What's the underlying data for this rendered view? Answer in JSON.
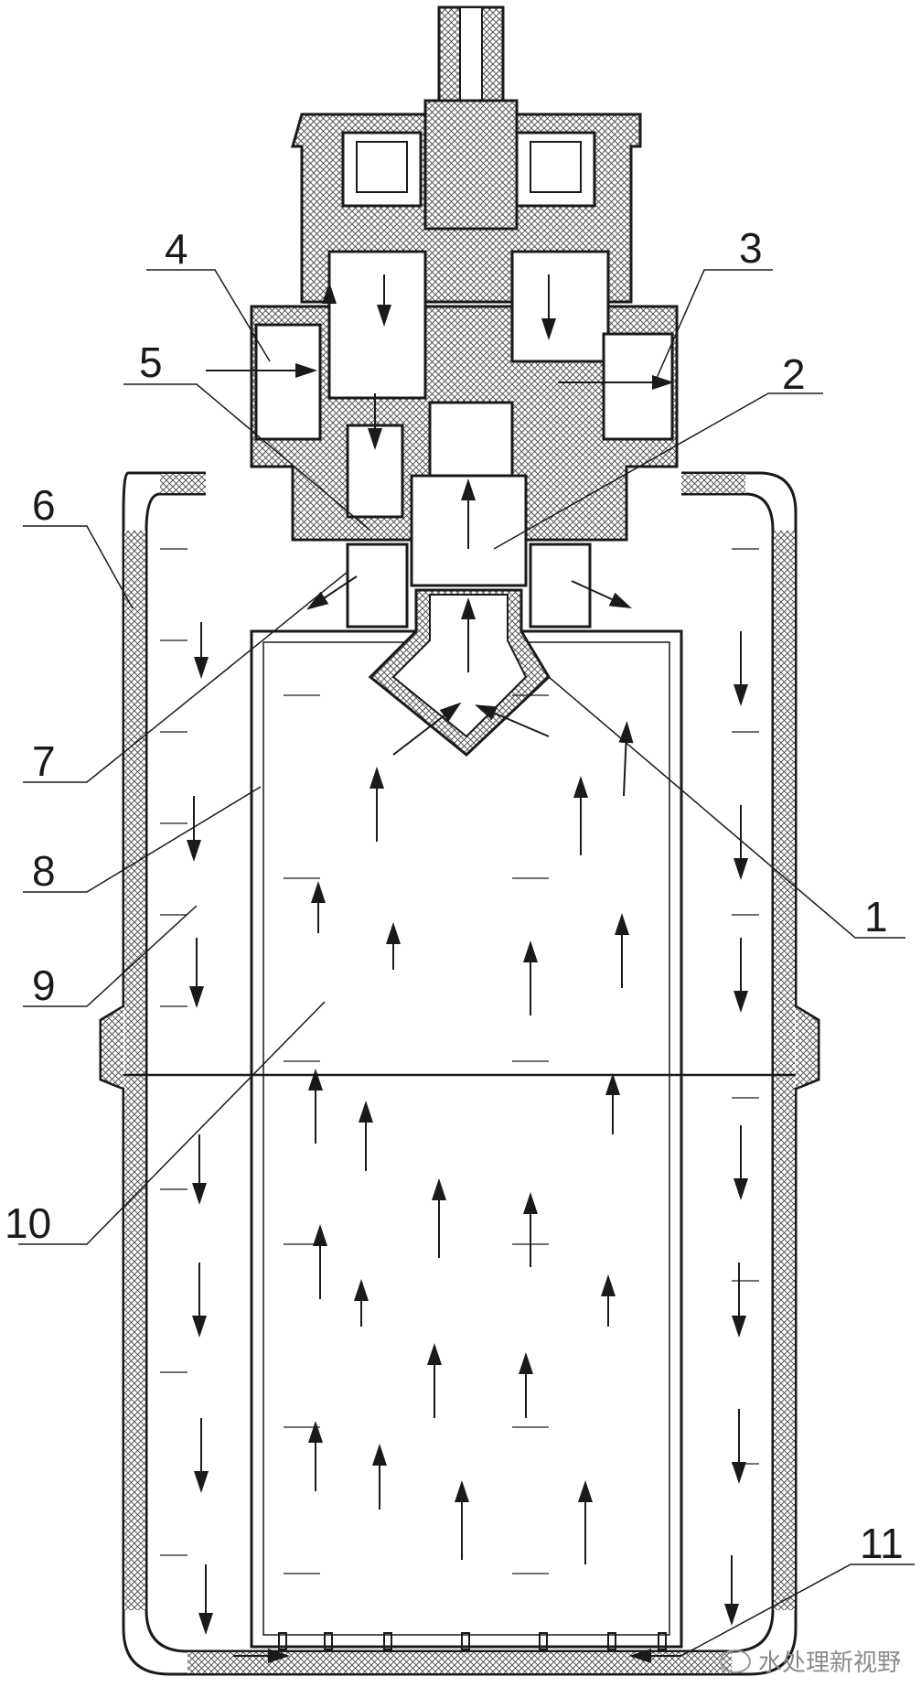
{
  "labels": [
    {
      "id": "1",
      "text": "1"
    },
    {
      "id": "2",
      "text": "2"
    },
    {
      "id": "3",
      "text": "3"
    },
    {
      "id": "4",
      "text": "4"
    },
    {
      "id": "5",
      "text": "5"
    },
    {
      "id": "6",
      "text": "6"
    },
    {
      "id": "7",
      "text": "7"
    },
    {
      "id": "8",
      "text": "8"
    },
    {
      "id": "9",
      "text": "9"
    },
    {
      "id": "10",
      "text": "10"
    },
    {
      "id": "11",
      "text": "11"
    }
  ],
  "watermark": "水处理新视野",
  "colors": {
    "line": "#1a1a1a",
    "hatch": "#333333",
    "paper": "#ffffff"
  }
}
